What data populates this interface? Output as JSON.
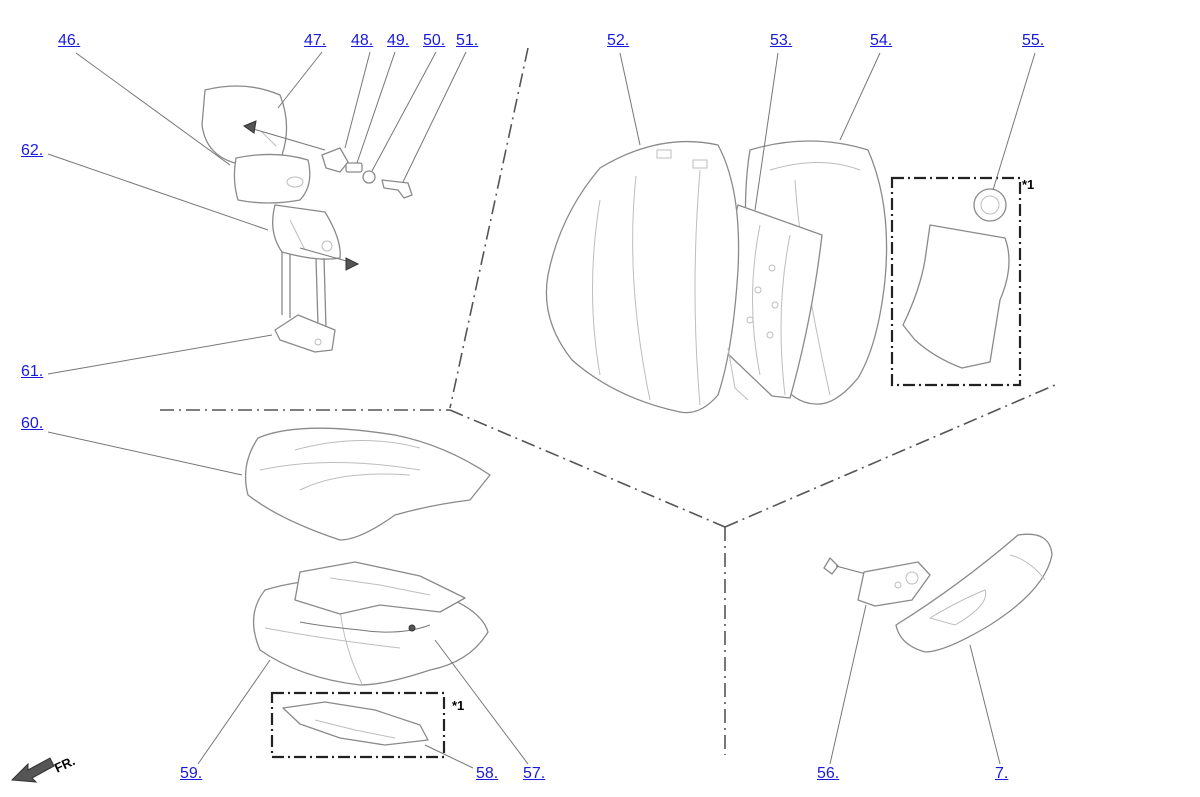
{
  "callouts": {
    "c46": "46.",
    "c47": "47.",
    "c48": "48.",
    "c49": "49.",
    "c50": "50.",
    "c51": "51.",
    "c52": "52.",
    "c53": "53.",
    "c54": "54.",
    "c55": "55.",
    "c62": "62.",
    "c61": "61.",
    "c60": "60.",
    "c59": "59.",
    "c58": "58.",
    "c57": "57.",
    "c56": "56.",
    "c7": "7."
  },
  "notes": {
    "star1_a": "*1",
    "star1_b": "*1"
  },
  "front_indicator": {
    "label": "FR.",
    "icon": "front-arrow-icon"
  },
  "colors": {
    "link": "#1a1adc",
    "part_stroke": "#8a8a8a",
    "separator": "#555555"
  }
}
